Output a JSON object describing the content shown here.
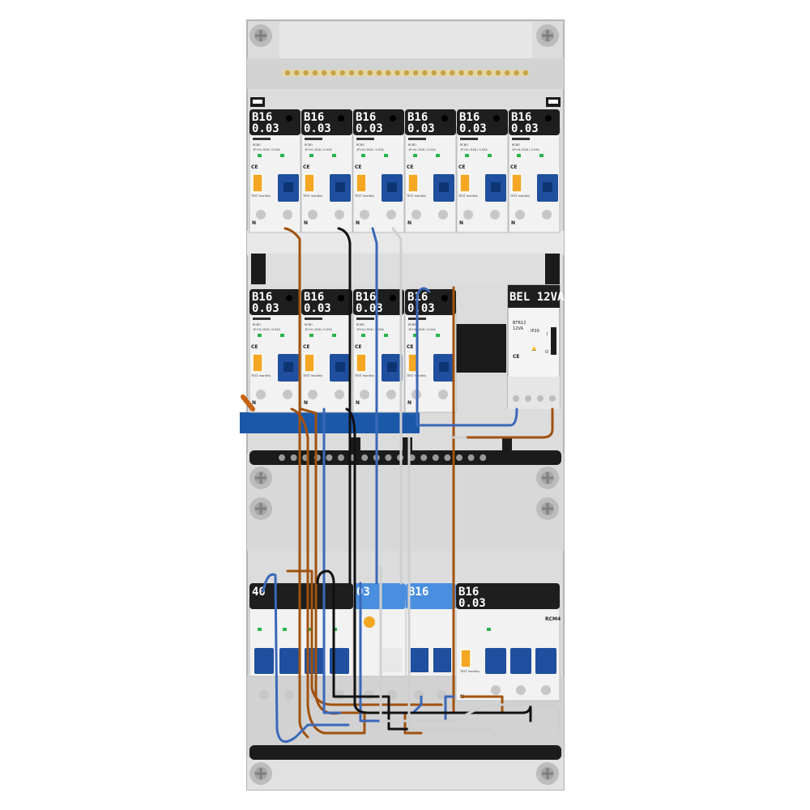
{
  "colors": {
    "enclosure": "#d9d9d9",
    "rail": "#c8c8c8",
    "breaker_body": "#f2f2f2",
    "breaker_header": "#1e1e1e",
    "toggle_blue": "#1f4f9e",
    "toggle_orange": "#f5a623",
    "wire_brown": "#a0520f",
    "wire_blue": "#3a68b8",
    "wire_black": "#111111",
    "wire_grey": "#cfcfcf",
    "busbar": "#c8a24a",
    "neutral_bar_blue": "#1b58a8"
  },
  "rows": [
    {
      "name": "row-1",
      "devices": [
        {
          "type": "rcbo",
          "rating": "B16",
          "sensitivity": "0.03",
          "model": "RCBO",
          "spec": "1P+N / B16 / 0.03A",
          "footer": "TEST monthly",
          "n_label": "N"
        },
        {
          "type": "rcbo",
          "rating": "B16",
          "sensitivity": "0.03",
          "model": "RCBO",
          "spec": "1P+N / B16 / 0.03A",
          "footer": "TEST monthly",
          "n_label": "N"
        },
        {
          "type": "rcbo",
          "rating": "B16",
          "sensitivity": "0.03",
          "model": "RCBO",
          "spec": "1P+N / B16 / 0.03A",
          "footer": "TEST monthly",
          "n_label": "N"
        },
        {
          "type": "rcbo",
          "rating": "B16",
          "sensitivity": "0.03",
          "model": "RCBO",
          "spec": "1P+N / B16 / 0.03A",
          "footer": "TEST monthly",
          "n_label": "N"
        },
        {
          "type": "rcbo",
          "rating": "B16",
          "sensitivity": "0.03",
          "model": "RCBO",
          "spec": "1P+N / B16 / 0.03A",
          "footer": "TEST monthly",
          "n_label": "N"
        },
        {
          "type": "rcbo",
          "rating": "B16",
          "sensitivity": "0.03",
          "model": "RCBO",
          "spec": "1P+N / B16 / 0.03A",
          "footer": "TEST monthly",
          "n_label": "N"
        }
      ]
    },
    {
      "name": "row-2",
      "devices": [
        {
          "type": "rcbo",
          "rating": "B16",
          "sensitivity": "0.03",
          "model": "RCBO",
          "spec": "1P+N / B16 / 0.03A",
          "footer": "TEST monthly",
          "n_label": "N"
        },
        {
          "type": "rcbo",
          "rating": "B16",
          "sensitivity": "0.03",
          "model": "RCBO",
          "spec": "1P+N / B16 / 0.03A",
          "footer": "TEST monthly",
          "n_label": "N"
        },
        {
          "type": "rcbo",
          "rating": "B16",
          "sensitivity": "0.03",
          "model": "RCBO",
          "spec": "1P+N / B16 / 0.03A",
          "footer": "TEST monthly",
          "n_label": "N"
        },
        {
          "type": "rcbo",
          "rating": "B16",
          "sensitivity": "0.03",
          "model": "RCBO",
          "spec": "1P+N / B16 / 0.03A",
          "footer": "TEST monthly",
          "n_label": "N"
        }
      ],
      "bell_transformer": {
        "header": "BEL 12VA",
        "model": "BTR12",
        "voltage": "12VA",
        "ip": "IP20",
        "switch_label_top": "I",
        "switch_label_bottom": "O"
      }
    },
    {
      "name": "row-3",
      "devices": [
        {
          "type": "main_switch",
          "rating": "40"
        },
        {
          "type": "rcd",
          "rating": "03"
        },
        {
          "type": "mcb",
          "rating": "B16"
        },
        {
          "type": "rcbo",
          "rating": "B16",
          "sensitivity": "0.03",
          "footer": "TEST monthly",
          "n_label": "N"
        },
        {
          "type": "rcm",
          "label": "RCM4"
        }
      ]
    }
  ]
}
